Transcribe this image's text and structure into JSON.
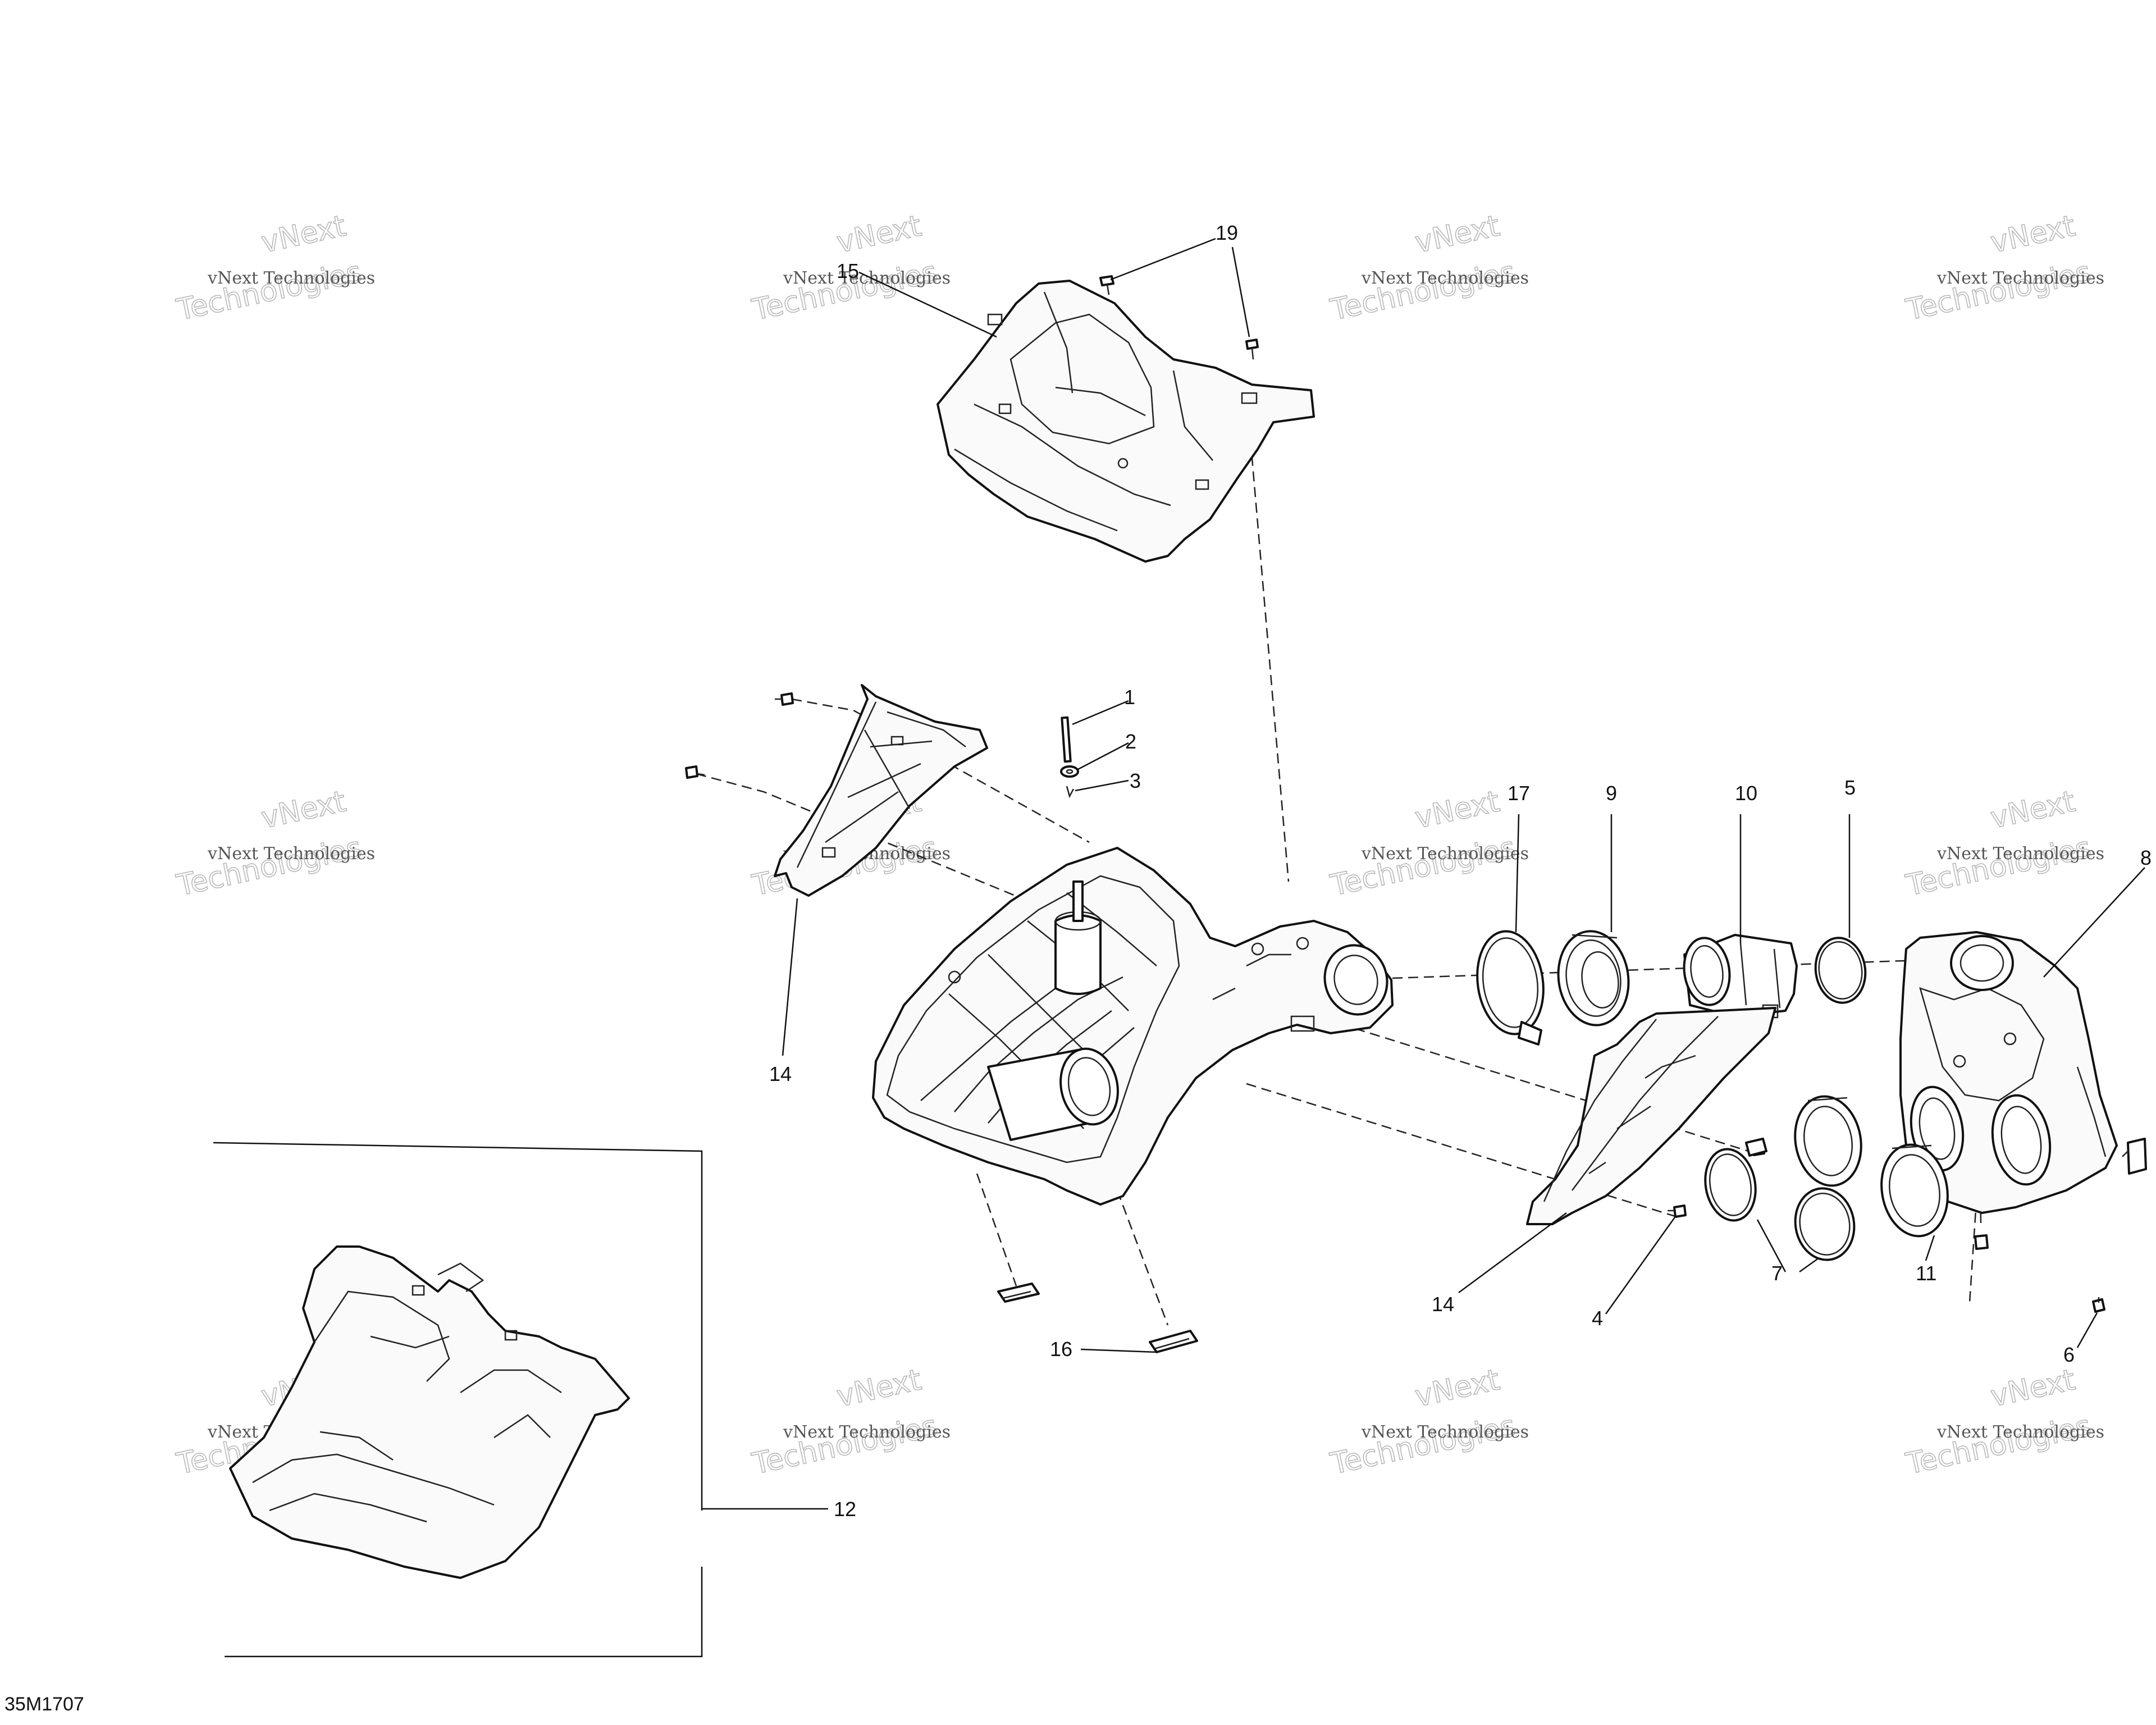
{
  "diagram_code": "35M1707",
  "watermark": {
    "line1": "vNext Technologies",
    "line2a": "vNext",
    "line2b": "Technologies"
  },
  "callouts": {
    "c1": "1",
    "c2": "2",
    "c3": "3",
    "c4": "4",
    "c5": "5",
    "c6": "6",
    "c7": "7",
    "c8": "8",
    "c9": "9",
    "c10": "10",
    "c11": "11",
    "c12": "12",
    "c14a": "14",
    "c14b": "14",
    "c15": "15",
    "c16": "16",
    "c17": "17",
    "c19": "19"
  }
}
